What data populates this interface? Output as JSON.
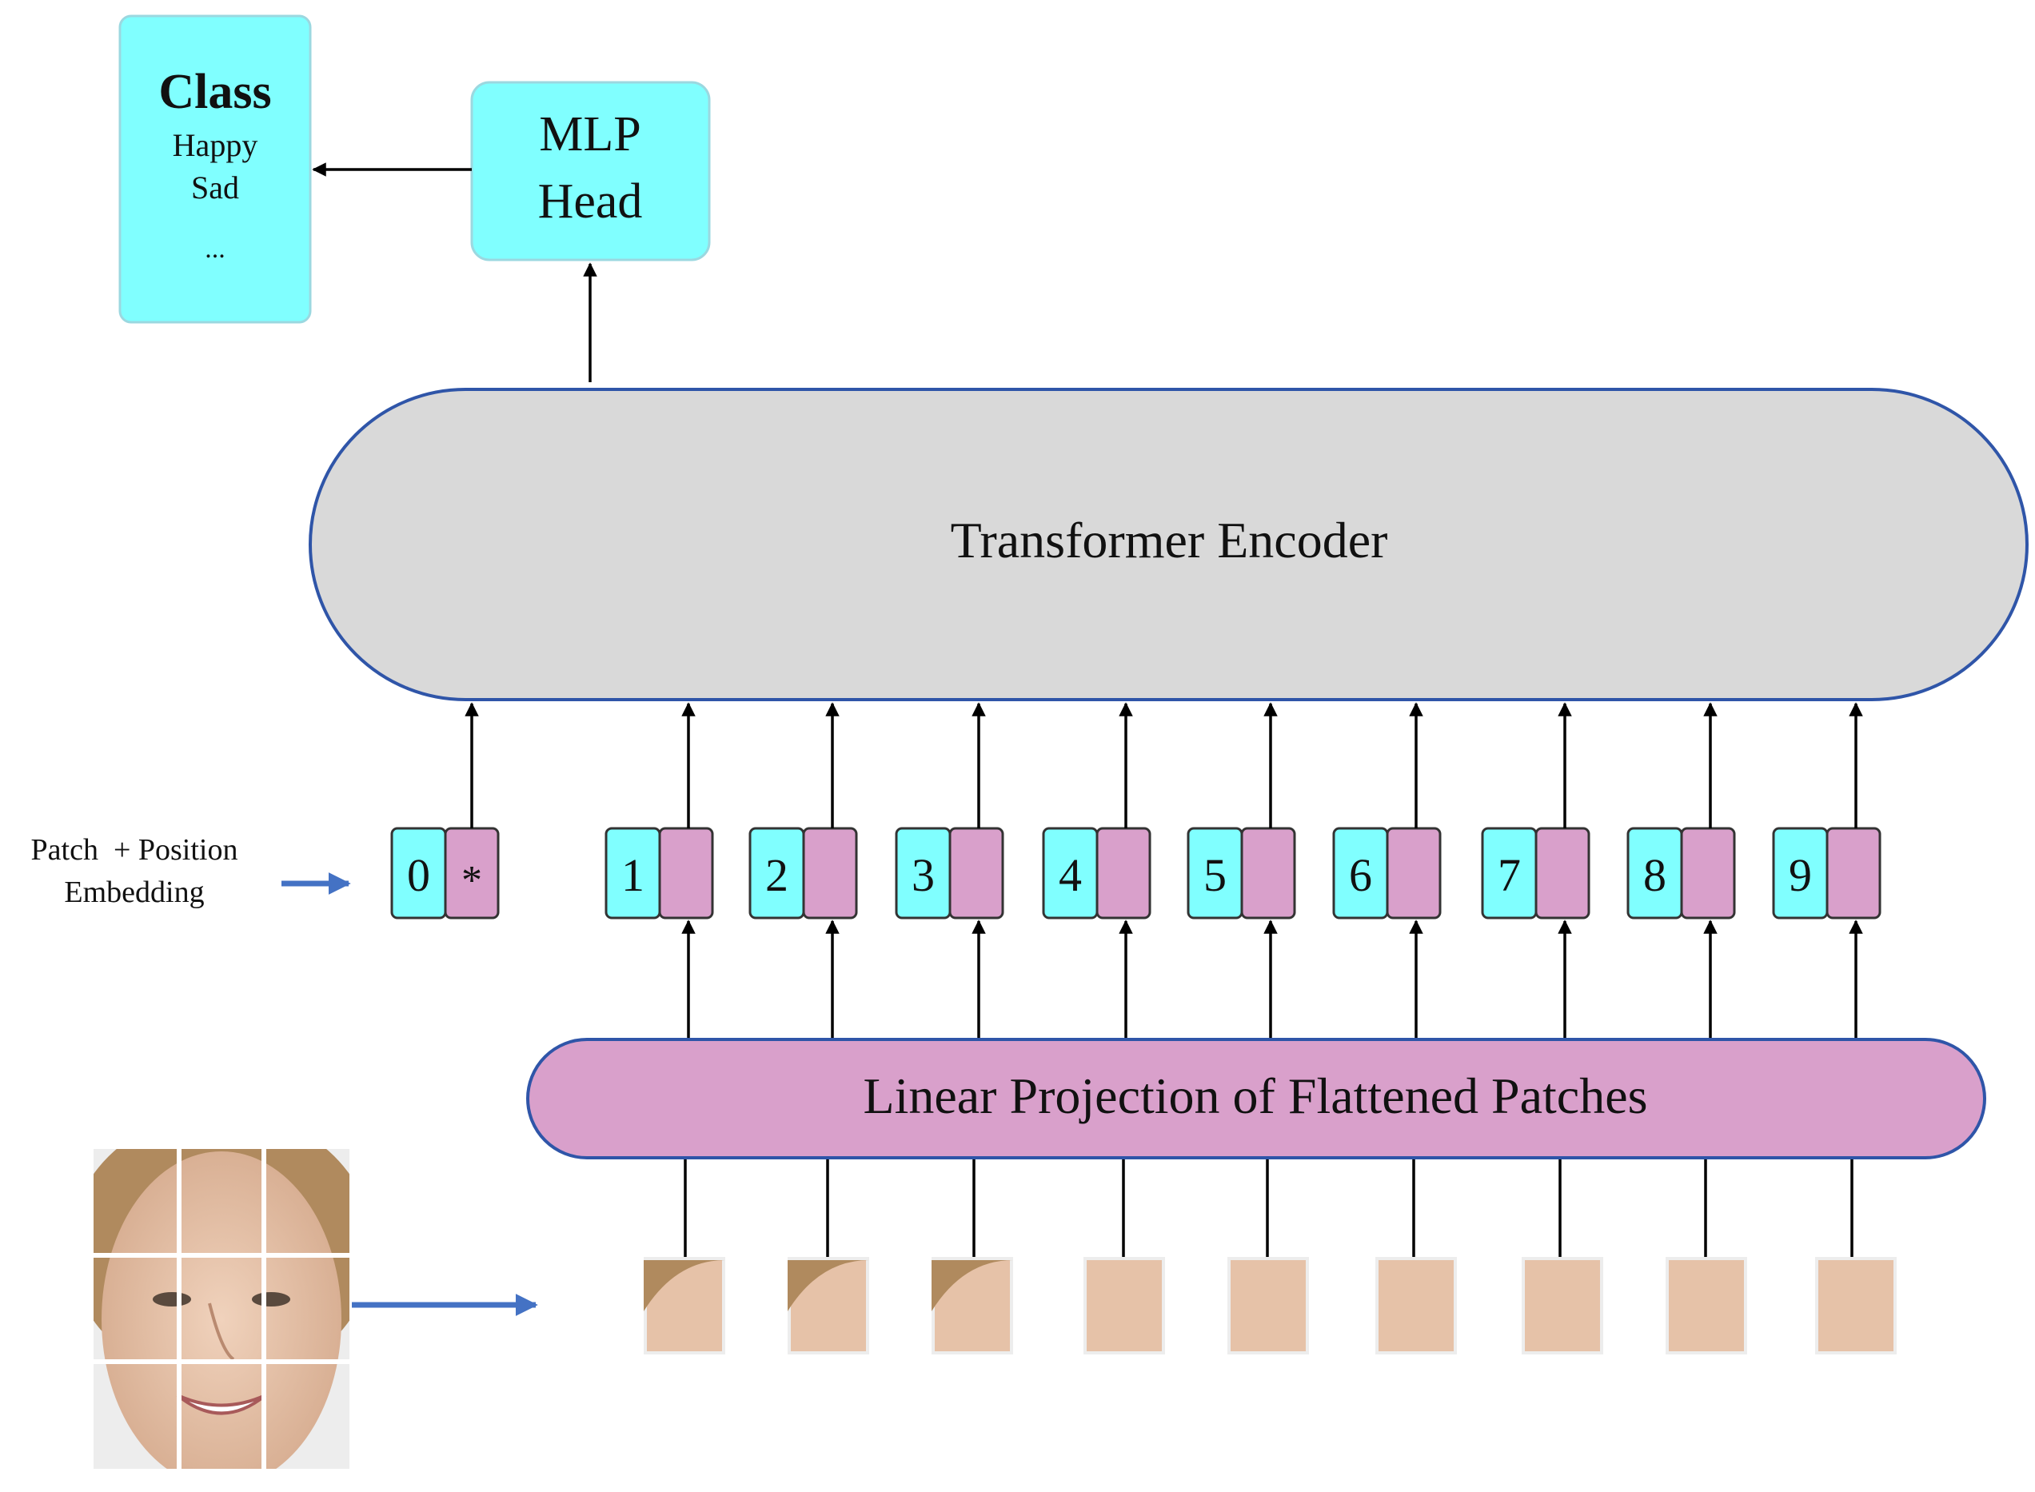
{
  "class_box": {
    "title": "Class",
    "items": [
      "Happy",
      "Sad",
      "..."
    ]
  },
  "mlp_head": {
    "line1": "MLP",
    "line2": "Head"
  },
  "transformer_encoder": {
    "label": "Transformer Encoder"
  },
  "embedding_label": {
    "line1": "Patch  + Position",
    "line2": "Embedding"
  },
  "tokens": [
    {
      "index": "0",
      "mark": "*"
    },
    {
      "index": "1",
      "mark": ""
    },
    {
      "index": "2",
      "mark": ""
    },
    {
      "index": "3",
      "mark": ""
    },
    {
      "index": "4",
      "mark": ""
    },
    {
      "index": "5",
      "mark": ""
    },
    {
      "index": "6",
      "mark": ""
    },
    {
      "index": "7",
      "mark": ""
    },
    {
      "index": "8",
      "mark": ""
    },
    {
      "index": "9",
      "mark": ""
    }
  ],
  "linear_projection": {
    "label": "Linear Projection of Flattened Patches"
  },
  "colors": {
    "cyan_box": "#80FFFF",
    "pink_box": "#D9A0CB",
    "encoder_fill": "#D9D9D9",
    "outline_blue": "#2F55A8",
    "arrow_blue": "#4472C4",
    "skin": "#E6C2A8",
    "hair": "#B08A5E",
    "background_face": "#EDEDED"
  }
}
